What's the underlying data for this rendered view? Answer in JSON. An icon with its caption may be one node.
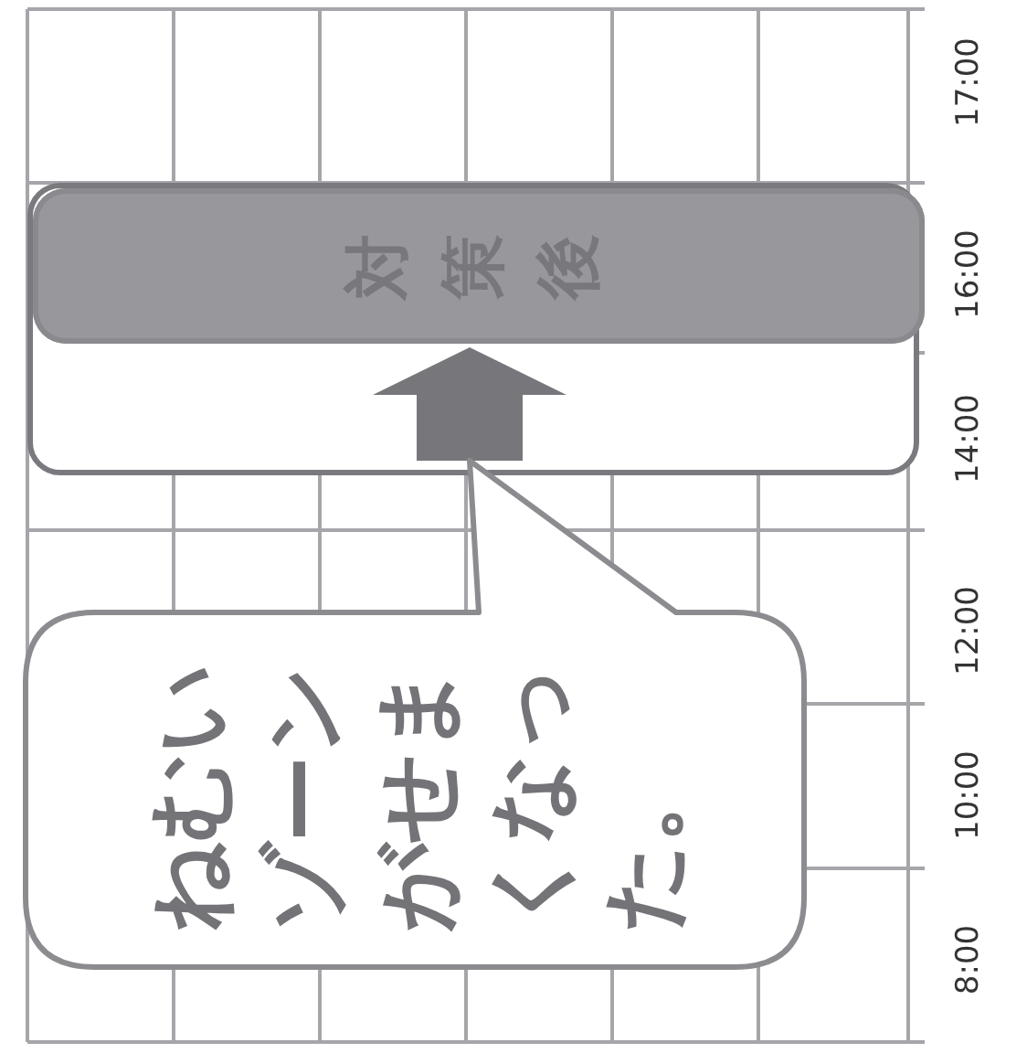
{
  "diagram": {
    "nodes": [
      {
        "text": [],
        "shape": "box"
      },
      {
        "text": [
          "対策後"
        ],
        "in": 0
      },
      {
        "text": [
          "ねむいゾーンがせまくなった。"
        ]
      }
    ],
    "edges": [
      {
        "from": 2,
        "to": 1,
        "arrow": "to"
      }
    ],
    "labels": [
      "17:00",
      "16:00",
      "14:00",
      "12:00",
      "10:00",
      "8:00"
    ]
  }
}
